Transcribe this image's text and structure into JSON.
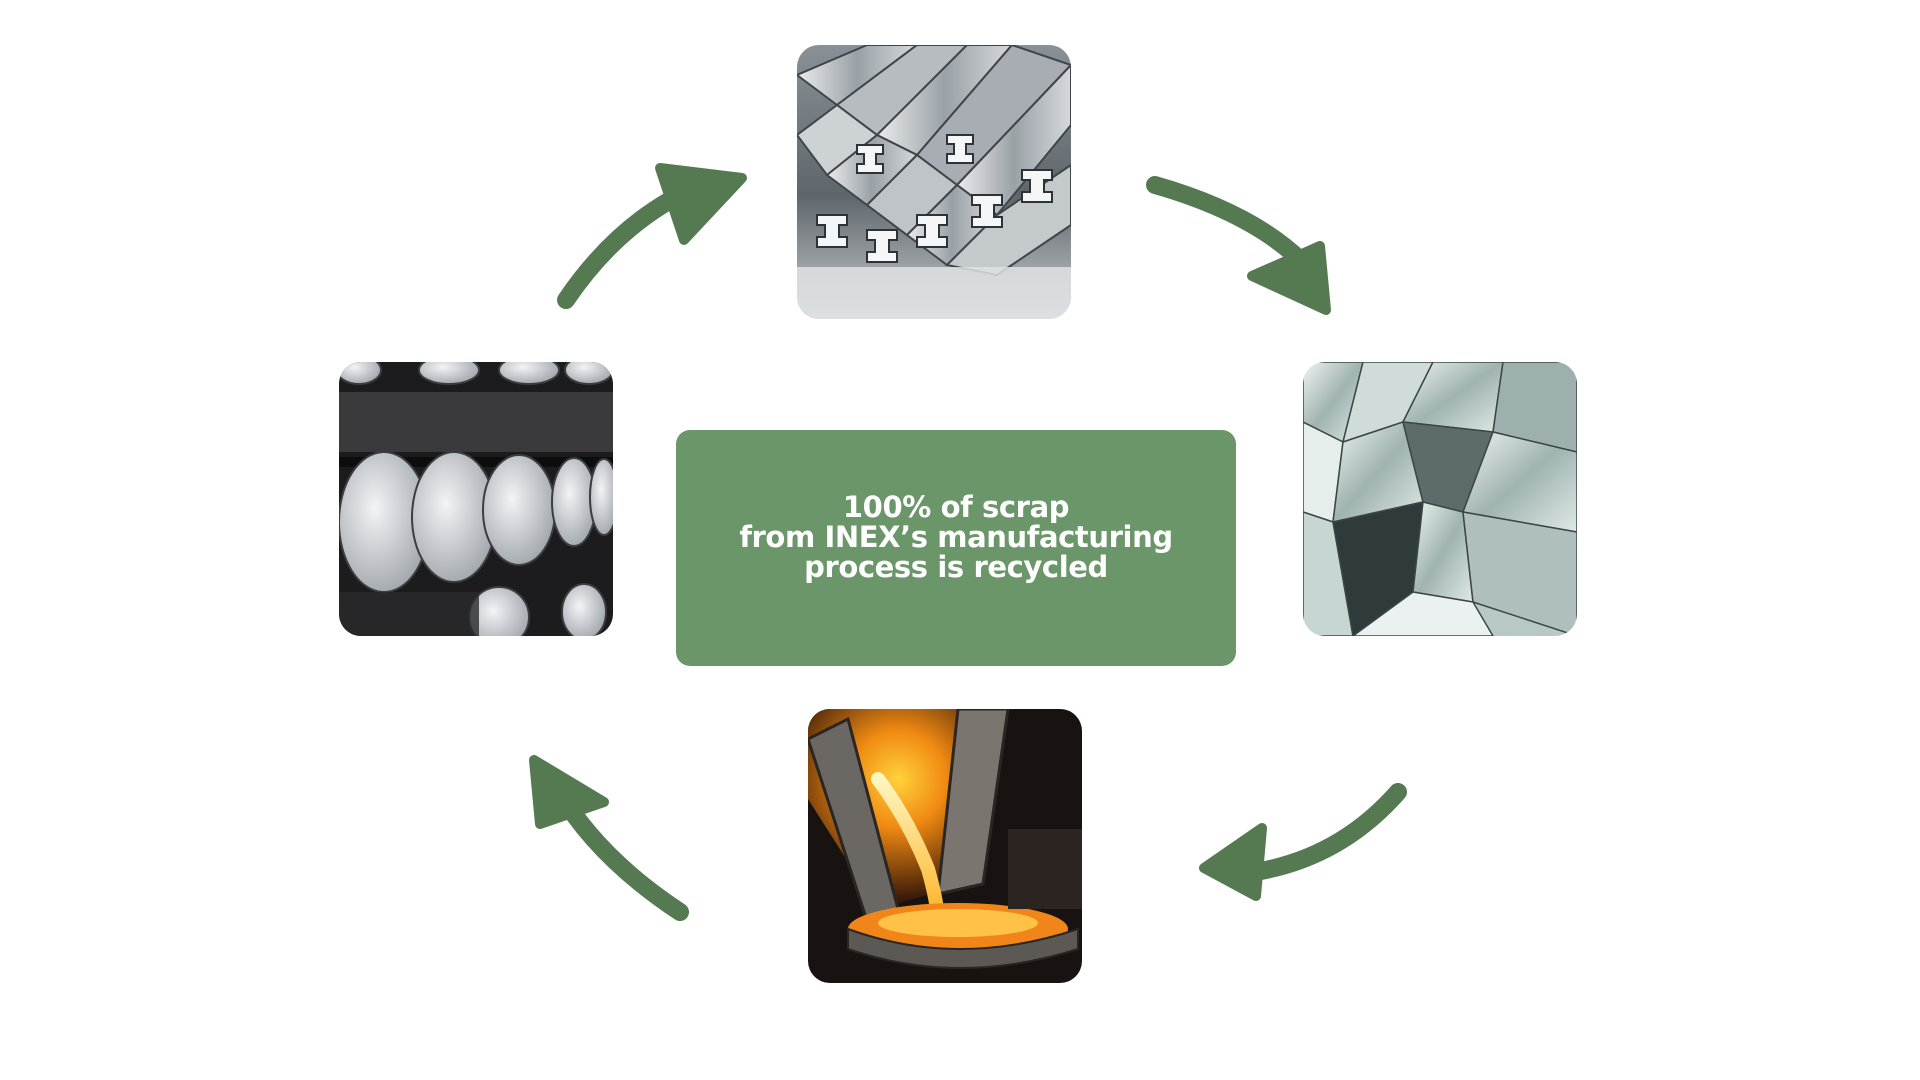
{
  "diagram": {
    "center_text": {
      "line1": "100% of scrap",
      "line2": "from INEX’s manufacturing",
      "line3": "process is recycled"
    },
    "photos": [
      {
        "id": "top",
        "subject": "aluminium-extrusion-profiles"
      },
      {
        "id": "right",
        "subject": "crushed-aluminium-scrap"
      },
      {
        "id": "bottom",
        "subject": "molten-metal-pouring"
      },
      {
        "id": "left",
        "subject": "aluminium-billets"
      }
    ],
    "colors": {
      "accent_green": "#6b9669",
      "arrow_green": "#557a52",
      "text_white": "#ffffff"
    }
  }
}
